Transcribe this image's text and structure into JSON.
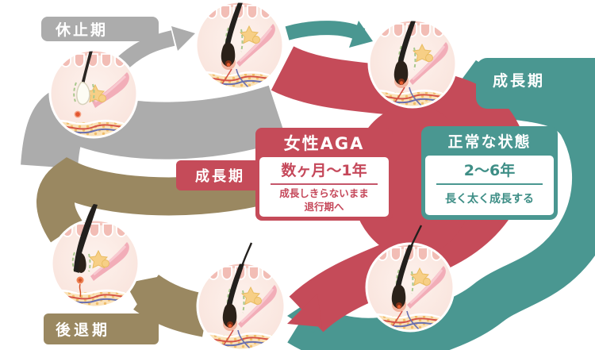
{
  "diagram": {
    "description": "hair growth cycle comparison diagram",
    "phases": {
      "resting": {
        "label": "休止期"
      },
      "growth_aga": {
        "label": "成長期"
      },
      "growth_normal": {
        "label": "成長期"
      },
      "regression": {
        "label": "後退期"
      }
    },
    "aga_box": {
      "title": "女性AGA",
      "duration": "数ヶ月〜1年",
      "desc1": "成長しきらないまま",
      "desc2": "退行期へ"
    },
    "normal_box": {
      "title": "正常な状態",
      "duration": "2〜6年",
      "desc": "長く太く成長する"
    },
    "colors": {
      "aga_red": "#C54B59",
      "normal_teal": "#4A9791",
      "resting_gray": "#ACACAC",
      "regression_gold": "#9A8861"
    },
    "icons": {
      "follicle_growing_icon": "hair follicle in growth phase",
      "follicle_resting_icon": "hair follicle in resting phase",
      "follicle_regressing_icon": "hair follicle in regression phase"
    }
  }
}
